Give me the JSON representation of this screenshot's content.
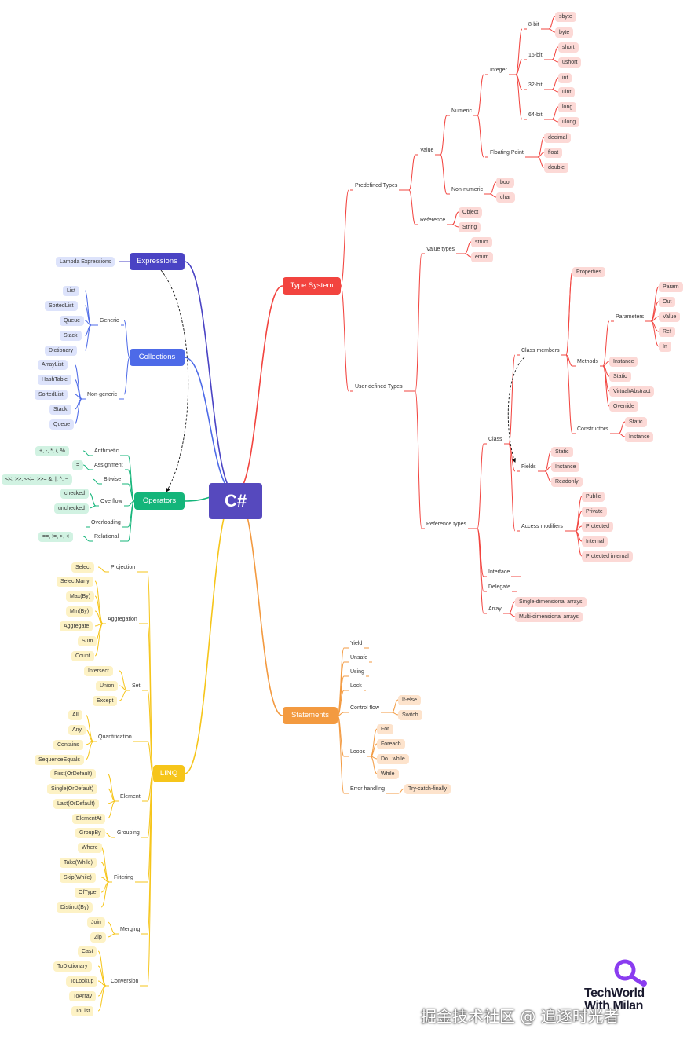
{
  "colors": {
    "root": "#5649be",
    "expressions": "#4a43c4",
    "collections": "#4d6ae8",
    "operators": "#14b57a",
    "linq": "#f6c51a",
    "statements": "#f39a40",
    "type_system": "#f2443f",
    "type_pill_fill": "#fcd9d6",
    "collections_pill_fill": "#dde3fb",
    "operators_pill_fill": "#d1f2e2",
    "linq_pill_fill": "#fdf2c5",
    "statements_pill_fill": "#fde3cc",
    "logo_purple": "#8a3cf0"
  },
  "mindmap": {
    "root": "C#",
    "expressions": {
      "label": "Expressions",
      "children": [
        "Lambda Expressions"
      ]
    },
    "collections": {
      "label": "Collections",
      "generic": {
        "label": "Generic",
        "children": [
          "List",
          "SortedList",
          "Queue",
          "Stack",
          "Dictionary"
        ]
      },
      "non_generic": {
        "label": "Non-generic",
        "children": [
          "ArrayList",
          "HashTable",
          "SortedList",
          "Stack",
          "Queue"
        ]
      }
    },
    "operators": {
      "label": "Operators",
      "arithmetic": {
        "label": "Arithmetic",
        "children": [
          "+, -, *, /, %"
        ]
      },
      "assignment": {
        "label": "Assignment",
        "children": [
          "="
        ]
      },
      "bitwise": {
        "label": "Bitwise",
        "children": [
          "<<, >>, <<=, >>= &, |, ^, ~"
        ]
      },
      "overflow": {
        "label": "Overflow",
        "children": [
          "checked",
          "unchecked"
        ]
      },
      "overloading": {
        "label": "Overloading"
      },
      "relational": {
        "label": "Relational",
        "children": [
          "==, !=, >, <"
        ]
      }
    },
    "linq": {
      "label": "LINQ",
      "projection": {
        "label": "Projection",
        "children": [
          "Select"
        ]
      },
      "aggregation": {
        "label": "Aggregation",
        "children": [
          "SelectMany",
          "Max(By)",
          "Min(By)",
          "Aggregate",
          "Sum",
          "Count"
        ]
      },
      "set": {
        "label": "Set",
        "children": [
          "Intersect",
          "Union",
          "Except"
        ]
      },
      "quantification": {
        "label": "Quantification",
        "children": [
          "All",
          "Any",
          "Contains",
          "SequenceEquals"
        ]
      },
      "element": {
        "label": "Element",
        "children": [
          "First(OrDefault)",
          "Single(OrDefault)",
          "Last(OrDefault)",
          "ElementAt"
        ]
      },
      "grouping": {
        "label": "Grouping",
        "children": [
          "GroupBy"
        ]
      },
      "filtering": {
        "label": "Filtering",
        "children": [
          "Where",
          "Take(While)",
          "Skip(While)",
          "OfType",
          "Distinct(By)"
        ]
      },
      "merging": {
        "label": "Merging",
        "children": [
          "Join",
          "Zip"
        ]
      },
      "conversion": {
        "label": "Conversion",
        "children": [
          "Cast",
          "ToDictionary",
          "ToLookup",
          "ToArray",
          "ToList"
        ]
      }
    },
    "statements": {
      "label": "Statements",
      "simple": [
        "Yield",
        "Unsafe",
        "Using",
        "Lock"
      ],
      "control_flow": {
        "label": "Control flow",
        "children": [
          "If-else",
          "Switch"
        ]
      },
      "loops": {
        "label": "Loops",
        "children": [
          "For",
          "Foreach",
          "Do...while",
          "While"
        ]
      },
      "error_handling": {
        "label": "Error handling",
        "children": [
          "Try-catch-finally"
        ]
      }
    },
    "type_system": {
      "label": "Type System",
      "predefined": {
        "label": "Predefined Types",
        "value": {
          "label": "Value",
          "numeric": {
            "label": "Numeric",
            "integer": {
              "label": "Integer",
              "bit8": {
                "label": "8-bit",
                "children": [
                  "sbyte",
                  "byte"
                ]
              },
              "bit16": {
                "label": "16-bit",
                "children": [
                  "short",
                  "ushort"
                ]
              },
              "bit32": {
                "label": "32-bit",
                "children": [
                  "int",
                  "uint"
                ]
              },
              "bit64": {
                "label": "64-bit",
                "children": [
                  "long",
                  "ulong"
                ]
              }
            },
            "floating": {
              "label": "Floating Point",
              "children": [
                "decimal",
                "float",
                "double"
              ]
            }
          },
          "non_numeric": {
            "label": "Non-numeric",
            "children": [
              "bool",
              "char"
            ]
          }
        },
        "reference": {
          "label": "Reference",
          "children": [
            "Object",
            "String"
          ]
        }
      },
      "user_defined": {
        "label": "User-defined Types",
        "value_types": {
          "label": "Value types",
          "children": [
            "struct",
            "enum"
          ]
        },
        "reference_types": {
          "label": "Reference types",
          "class": {
            "label": "Class",
            "class_members": {
              "label": "Class members",
              "properties": "Properties",
              "methods": {
                "label": "Methods",
                "parameters": {
                  "label": "Parameters",
                  "children": [
                    "Param",
                    "Out",
                    "Value",
                    "Ref",
                    "In"
                  ]
                },
                "others": [
                  "Instance",
                  "Static",
                  "Virtual/Abstract",
                  "Override"
                ]
              },
              "constructors": {
                "label": "Constructors",
                "children": [
                  "Static",
                  "Instance"
                ]
              }
            },
            "fields": {
              "label": "Fields",
              "children": [
                "Static",
                "Instance",
                "Readonly"
              ]
            },
            "access_modifiers": {
              "label": "Access modifiers",
              "children": [
                "Public",
                "Private",
                "Protected",
                "Internal",
                "Protected internal"
              ]
            }
          },
          "interface": "Interface",
          "delegate": "Delegate",
          "array": {
            "label": "Array",
            "children": [
              "Single-dimensional arrays",
              "Multi-dimensional arrays"
            ]
          }
        }
      }
    }
  },
  "logo": {
    "line1": "TechWorld",
    "line2": "With Milan"
  },
  "watermark": "掘金技术社区 @ 追逐时光者"
}
